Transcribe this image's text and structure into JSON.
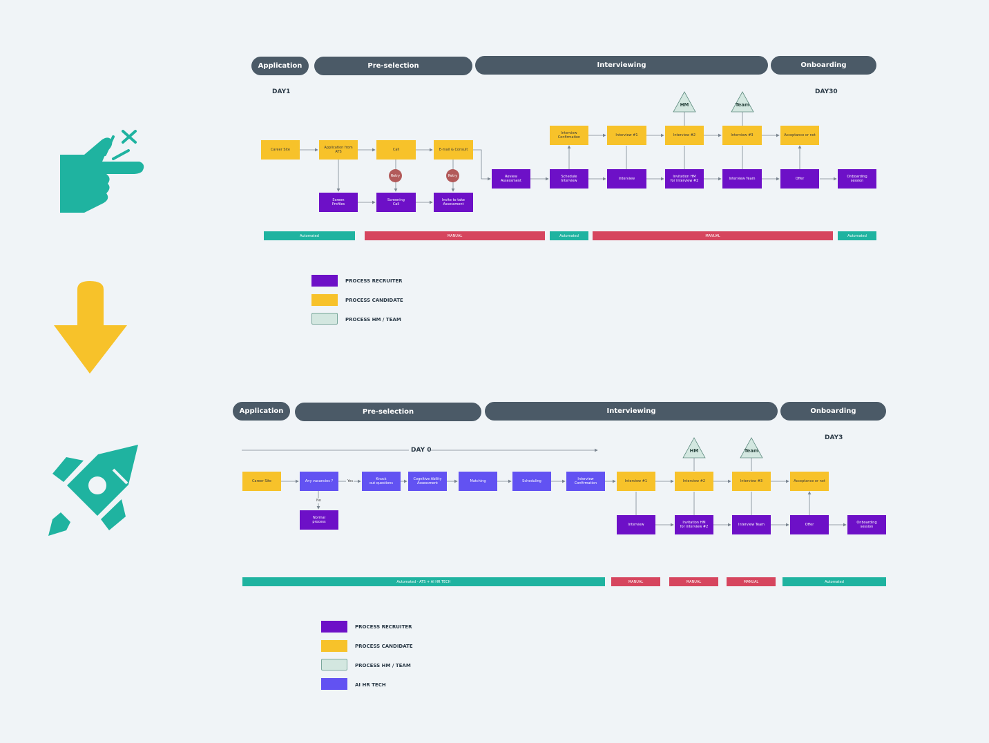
{
  "top": {
    "phases": [
      "Application",
      "Pre-selection",
      "Interviewing",
      "Onboarding"
    ],
    "day_start": "DAY1",
    "day_end": "DAY30",
    "hm_label": "HM",
    "team_label": "Team",
    "boxes": {
      "career_site": "Career Site",
      "application_ats": "Application from\nATS",
      "call": "Call",
      "email": "E-mail & Consult",
      "screen_profiles": "Screen\nProfiles",
      "screening_call": "Screening\nCall",
      "invite_assessment": "Invite to take\nAssessment",
      "review_assessment": "Review\nAssessment",
      "interview_confirmation": "Interview\nConfirmation",
      "schedule_interview": "Schedule\nInterview",
      "interview1": "Interview #1",
      "interview": "Interview",
      "interview2": "Interview #2",
      "invitation_hm": "Invitation HM\nfor interview #2",
      "interview3": "Interview #3",
      "interview_team": "Interview Team",
      "acceptance": "Acceptance or not",
      "offer": "Offer",
      "onboarding": "Onboarding\nsession"
    },
    "retry": "Retry",
    "bars": [
      "Automated",
      "MANUAL",
      "Automated",
      "MANUAL",
      "Automated"
    ]
  },
  "top_legend": [
    "PROCESS RECRUITER",
    "PROCESS CANDIDATE",
    "PROCESS HM / TEAM"
  ],
  "bottom": {
    "phases": [
      "Application",
      "Pre-selection",
      "Interviewing",
      "Onboarding"
    ],
    "day_zero": "DAY 0",
    "day_end": "DAY3",
    "hm_label": "HM",
    "team_label": "Team",
    "boxes": {
      "career_site": "Career Site",
      "any_vacancies": "Any vacancies ?",
      "knock_out": "Knock\nout questions",
      "cognitive": "Cognitive Ability\nAssessment",
      "matching": "Matching",
      "scheduling": "Scheduling",
      "interview_confirmation": "Interview\nConfirmation",
      "interview1": "Interview #1",
      "interview2": "Interview #2",
      "interview3": "Interview #3",
      "acceptance": "Acceptance or not",
      "normal_process": "Normal\nprocess",
      "interview": "Interview",
      "invitation_hm": "Invitation HM\nfor interview #2",
      "interview_team": "Interview Team",
      "offer": "Offer",
      "onboarding": "Onboarding\nsession"
    },
    "yes": "Yes",
    "no": "No",
    "bars": [
      "Automated - ATS + AI HR TECH",
      "MANUAL",
      "MANUAL",
      "MANUAL",
      "Automated"
    ]
  },
  "bottom_legend": [
    "PROCESS RECRUITER",
    "PROCESS CANDIDATE",
    "PROCESS HM / TEAM",
    "AI HR TECH"
  ],
  "colors": {
    "recruiter": "#6d10c7",
    "candidate": "#f7c22a",
    "hm_team": "#d3e7e0",
    "ai_hr_tech": "#6252f2",
    "automated": "#1fb3a0",
    "manual": "#d6455e",
    "phase": "#4b5a67",
    "icon_teal": "#1fb3a0",
    "icon_yellow": "#f7c22a"
  },
  "icons": [
    "snap-fingers-icon",
    "arrow-down-icon",
    "rocket-icon"
  ]
}
